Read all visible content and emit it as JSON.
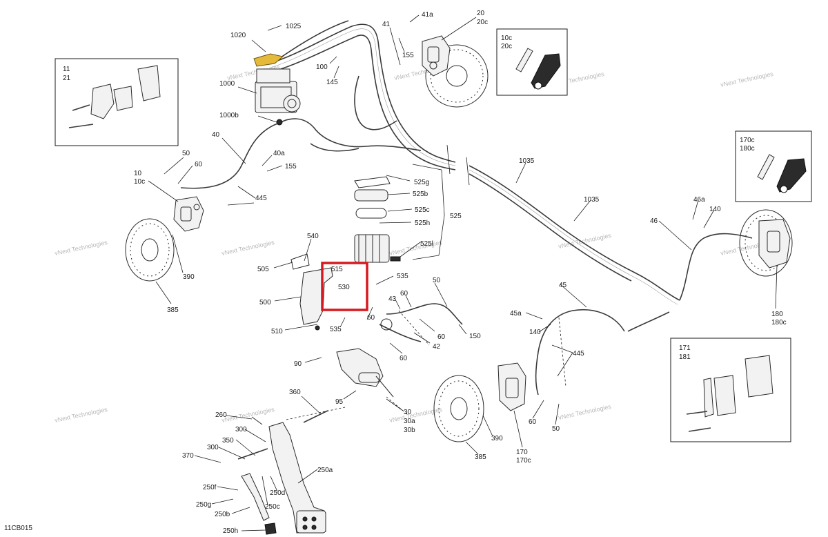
{
  "diagram": {
    "reference_code": "11CB015",
    "watermark_text": "vNext Technologies",
    "highlight_color": "#d7191f",
    "labels": [
      "1025",
      "1020",
      "1000",
      "1000b",
      "41",
      "41a",
      "155",
      "100",
      "145",
      "20",
      "20c",
      "40",
      "40a",
      "155",
      "10",
      "10c",
      "50",
      "60",
      "445",
      "390",
      "385",
      "525g",
      "525b",
      "525c",
      "525h",
      "525",
      "525l",
      "540",
      "505",
      "515",
      "530",
      "535",
      "500",
      "510",
      "535",
      "60",
      "43",
      "60",
      "50",
      "60",
      "42",
      "150",
      "60",
      "90",
      "95",
      "30",
      "30a",
      "30b",
      "360",
      "260",
      "300",
      "350",
      "300",
      "370",
      "250f",
      "250g",
      "250b",
      "250d",
      "250c",
      "250a",
      "250h",
      "1035",
      "1035",
      "46a",
      "140",
      "46",
      "180",
      "180c",
      "45",
      "45a",
      "140",
      "445",
      "60",
      "50",
      "170",
      "170c",
      "390",
      "385"
    ],
    "insets": [
      {
        "name": "inset-brake-pads-front",
        "labels": [
          "11",
          "21"
        ]
      },
      {
        "name": "inset-bleeder-front",
        "labels": [
          "10c",
          "20c"
        ]
      },
      {
        "name": "inset-bleeder-rear",
        "labels": [
          "170c",
          "180c"
        ]
      },
      {
        "name": "inset-brake-pads-rear",
        "labels": [
          "171",
          "181"
        ]
      }
    ]
  }
}
